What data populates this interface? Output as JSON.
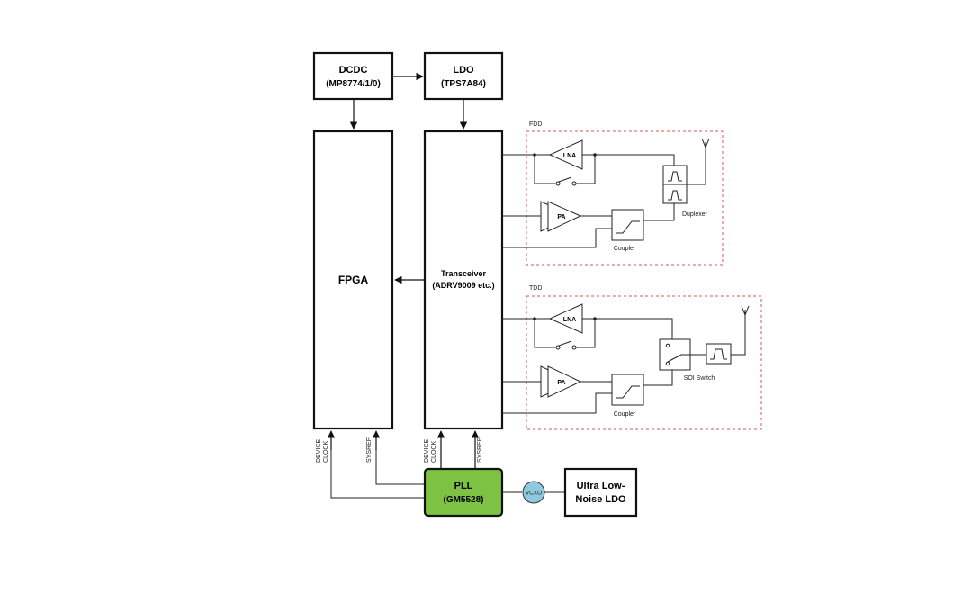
{
  "blocks": {
    "dcdc": {
      "title": "DCDC",
      "part": "(MP8774/1/0)"
    },
    "ldo": {
      "title": "LDO",
      "part": "(TPS7A84)"
    },
    "fpga": {
      "title": "FPGA"
    },
    "transceiver": {
      "title": "Transceiver",
      "part": "(ADRV9009 etc.)"
    },
    "pll": {
      "title": "PLL",
      "part": "(GM5528)",
      "fill_color": "#7dc242"
    },
    "vcxo": {
      "label": "VCXO",
      "fill_color": "#8ec9e0"
    },
    "ultra_ldo": {
      "line1": "Ultra Low-",
      "line2": "Noise LDO"
    }
  },
  "clock_signals": {
    "device_clock_line1": "DEVICE",
    "device_clock_line2": "CLOCK",
    "sysref": "SYSREF"
  },
  "fdd": {
    "title": "FDD",
    "lna": "LNA",
    "pa": "PA",
    "coupler": "Coupler",
    "duplexer": "Duplexer"
  },
  "tdd": {
    "title": "TDD",
    "lna": "LNA",
    "pa": "PA",
    "coupler": "Coupler",
    "switch": "SOI Switch"
  },
  "colors": {
    "dashed_border": "#e05050",
    "pll_green": "#7dc242",
    "vcxo_blue": "#8ec9e0"
  }
}
